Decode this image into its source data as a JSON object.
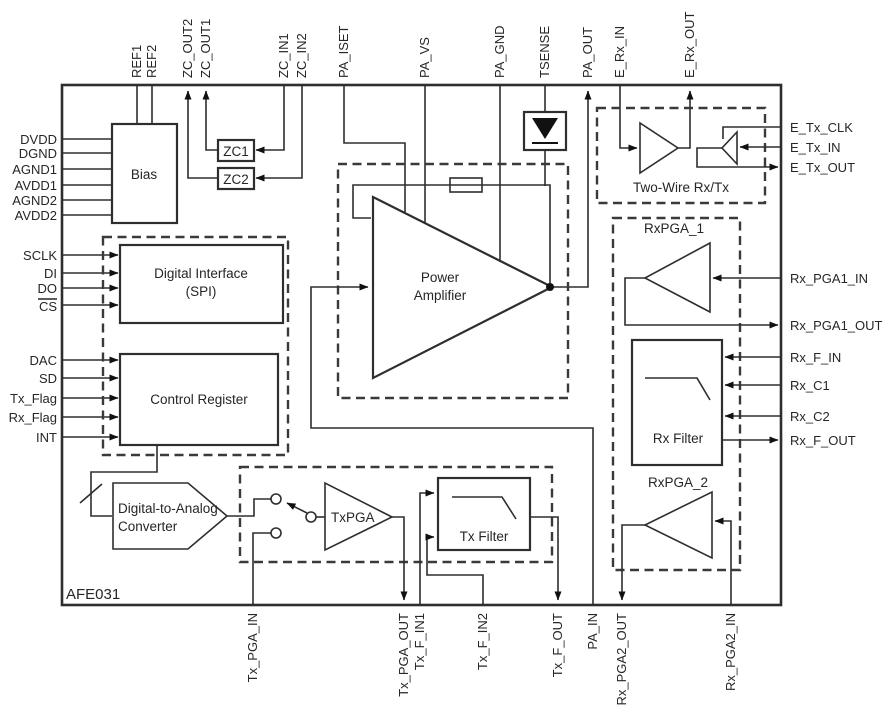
{
  "diagram": {
    "chip_name": "AFE031",
    "pins": {
      "top": [
        "REF1",
        "REF2",
        "ZC_OUT2",
        "ZC_OUT1",
        "ZC_IN1",
        "ZC_IN2",
        "PA_ISET",
        "PA_VS",
        "PA_GND",
        "TSENSE",
        "PA_OUT",
        "E_Rx_IN",
        "E_Rx_OUT"
      ],
      "left_supply": [
        "DVDD",
        "DGND",
        "AGND1",
        "AVDD1",
        "AGND2",
        "AVDD2"
      ],
      "left_spi": [
        "SCLK",
        "DI",
        "DO",
        "CS"
      ],
      "left_ctrl": [
        "DAC",
        "SD",
        "Tx_Flag",
        "Rx_Flag",
        "INT"
      ],
      "right": [
        "E_Tx_CLK",
        "E_Tx_IN",
        "E_Tx_OUT",
        "Rx_PGA1_IN",
        "Rx_PGA1_OUT",
        "Rx_F_IN",
        "Rx_C1",
        "Rx_C2",
        "Rx_F_OUT"
      ],
      "bottom": [
        "Tx_PGA_IN",
        "Tx_PGA_OUT",
        "Tx_F_IN1",
        "Tx_F_IN2",
        "Tx_F_OUT",
        "PA_IN",
        "Rx_PGA2_OUT",
        "Rx_PGA2_IN"
      ]
    },
    "blocks": {
      "bias": "Bias",
      "zc1": "ZC1",
      "zc2": "ZC2",
      "digital_interface": [
        "Digital Interface",
        "(SPI)"
      ],
      "control_register": "Control Register",
      "power_amplifier": [
        "Power",
        "Amplifier"
      ],
      "two_wire": "Two-Wire Rx/Tx",
      "rxpga1": "RxPGA_1",
      "rx_filter": "Rx Filter",
      "rxpga2": "RxPGA_2",
      "dac": [
        "Digital-to-Analog",
        "Converter"
      ],
      "txpga": "TxPGA",
      "tx_filter": "Tx Filter"
    },
    "colors": {
      "line": "#2e2e2e",
      "background": "#ffffff",
      "text": "#262626"
    }
  }
}
